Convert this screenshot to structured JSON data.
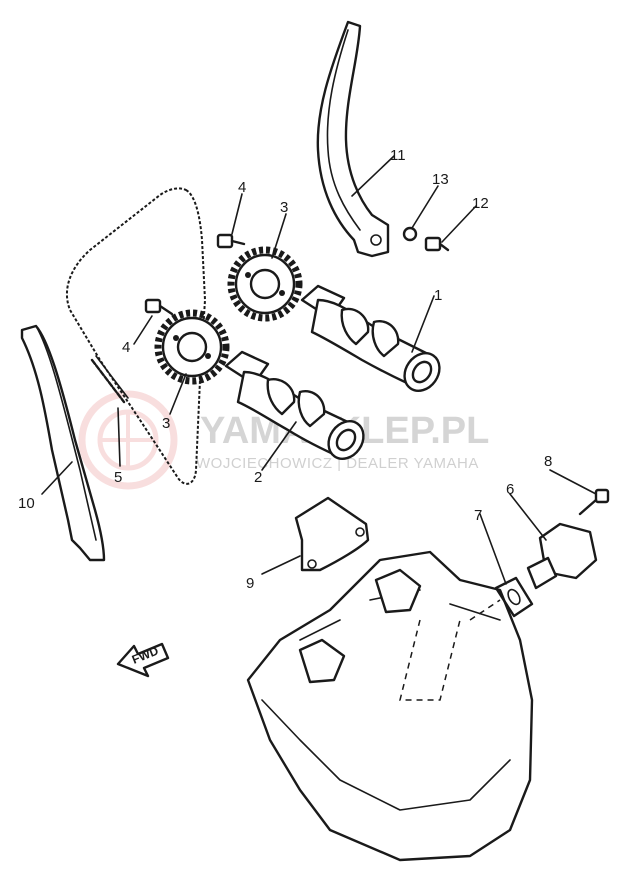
{
  "watermark": {
    "title": "YAMASKLEP.PL",
    "subtitle": "WOJCIECHOWICZ | DEALER YAMAHA"
  },
  "fwd_label": "FWD",
  "callouts": [
    {
      "id": "1",
      "part": "camshaft"
    },
    {
      "id": "2",
      "part": "camshaft"
    },
    {
      "id": "3",
      "part": "sprocket"
    },
    {
      "id": "3",
      "part": "sprocket"
    },
    {
      "id": "4",
      "part": "bolt"
    },
    {
      "id": "4",
      "part": "bolt"
    },
    {
      "id": "5",
      "part": "chain link"
    },
    {
      "id": "6",
      "part": "tensioner"
    },
    {
      "id": "7",
      "part": "gasket"
    },
    {
      "id": "8",
      "part": "bolt"
    },
    {
      "id": "9",
      "part": "guide stopper"
    },
    {
      "id": "10",
      "part": "chain guide"
    },
    {
      "id": "11",
      "part": "chain guide"
    },
    {
      "id": "12",
      "part": "bolt"
    },
    {
      "id": "13",
      "part": "washer"
    }
  ],
  "icons": [
    "fwd-arrow-icon",
    "watermark-logo-icon"
  ],
  "colors": {
    "line": "#1a1a1a",
    "watermark": "#d5d5d5",
    "watermark_logo": "#f0c0c0"
  }
}
